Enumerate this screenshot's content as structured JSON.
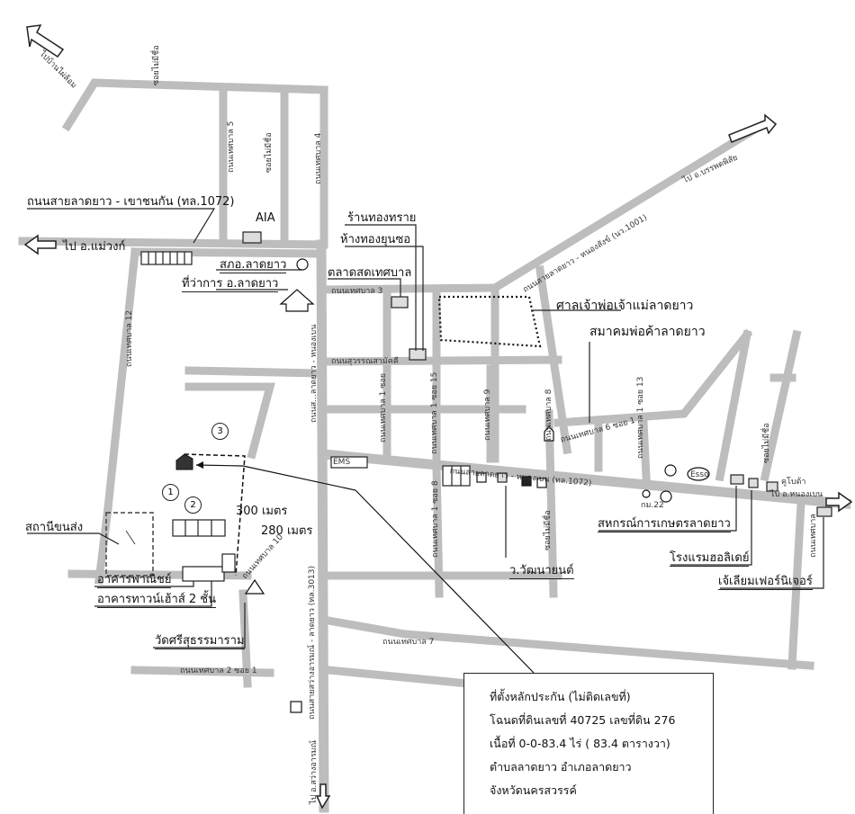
{
  "roads": {
    "hwy1072_west": "ถนนสายลาดยาว - เขาชนกัน (ทล.1072)",
    "to_maewong": "ไป อ.แม่วงก์",
    "to_bannongphai": "ไปบ้านไผ่ล้อม",
    "soi_maimiset_top": "ซอยไม่มีชื่อ",
    "thetsaban5": "ถนนเทศบาล 5",
    "soi_maimiset_mid": "ซอยไม่มีชื่อ",
    "thetsaban4": "ถนนเทศบาล 4",
    "to_banphotphisai": "ไป อ.บรรพตพิสัย",
    "nongsang_road": "ถนนสายลาดยาว - หนองสังข์ (นว.1001)",
    "thetsaban3": "ถนนเทศบาล 3",
    "suwansamakkhi": "ถนนสุวรรณสามัคคี",
    "thetsaban12": "ถนนเทศบาล 12",
    "main_ns_north": "ถนนส...ลาดยาว - หนองเบน",
    "thetsaban1_soi": "ถนนเทศบาล 1 ซอย",
    "thetsaban1_soi15": "ถนนเทศบาล 1 ซอย 15",
    "thetsaban9": "ถนนเทศบาล 9",
    "thetsaban8": "ถนนเทศบาล 8",
    "thetsaban6_soi1": "ถนนเทศบาล 6 ซอย 1",
    "thetsaban1_soi13": "ถนนเทศบาล 1 ซอย 13",
    "soi_maimiset_east": "ซอยไม่มีชื่อ",
    "hwy1072_east": "ถนนสายลาดยาว - หนองเบน (ทล.1072)",
    "to_nongbua": "ไป อ.หนองเบน",
    "to_nongbua_prefix": "คูโบต้า",
    "thetsaban1_soi8": "ถนนเทศบาล 1 ซอย 8",
    "soi_maimiset_s": "ซอยไม่มีชื่อ",
    "thetsaban_east": "ถนนเทศบาล",
    "main_ns_south": "ถนนสายสว่างอารมณ์ - ลาดยาว (ทล.3013)",
    "thetsaban_road_s": "ถนนเทศบาล 10",
    "thetsaban7": "ถนนเทศบาล 7",
    "thetsaban2_soi1": "ถนนเทศบาล 2 ซอย 1",
    "to_sawangarom": "ไป อ.สว่างอารมณ์",
    "km22": "กม.22",
    "dist300": "300 เมตร",
    "dist280": "280 เมตร"
  },
  "places": {
    "aia": "AIA",
    "police": "สภอ.ลาดยาว",
    "district_office": "ที่ว่าการ อ.ลาดยาว",
    "gold_shop1": "ร้านทองทราย",
    "gold_shop2": "ห้างทองยุนซอ",
    "market": "ตลาดสดเทศบาล",
    "shrine": "ศาลเจ้าพ่อเจ้าแม่ลาดยาว",
    "merchants": "สมาคมพ่อค้าลาดยาว",
    "bus_station": "สถานีขนส่ง",
    "commercial_bldg": "อาคารพาณิชย์",
    "townhouse": "อาคารทาวน์เฮ้าส์ 2 ชั้น",
    "temple": "วัดศรีสุธรรมาราม",
    "wattana": "ว.วัฒนายนต์",
    "coop": "สหกรณ์การเกษตรลาดยาว",
    "hotel": "โรงแรมฮอลิเดย์",
    "furniture": "เจ้เลียมเฟอร์นิเจอร์",
    "esso": "Esso",
    "ems": "EMS"
  },
  "markers": [
    "1",
    "2",
    "3"
  ],
  "info": {
    "line1": "ที่ตั้งหลักประกัน (ไม่ติดเลขที่)",
    "line2": "โฉนดที่ดินเลขที่ 40725  เลขที่ดิน 276",
    "line3": "เนื้อที่ 0-0-83.4 ไร่ ( 83.4 ตารางวา)",
    "line4": "ตำบลลาดยาว  อำเภอลาดยาว",
    "line5": "จังหวัดนครสวรรค์"
  }
}
